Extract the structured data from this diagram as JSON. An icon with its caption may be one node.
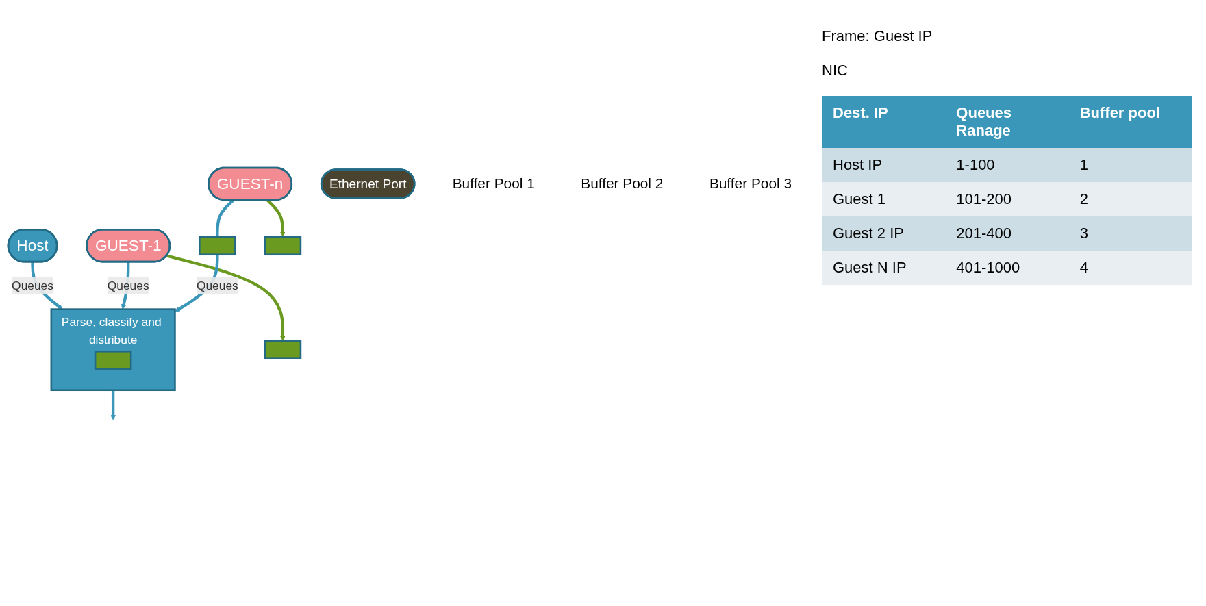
{
  "diagram": {
    "nodes": [
      {
        "text": [
          "Host"
        ]
      },
      {
        "text": [
          "GUEST-1"
        ]
      },
      {
        "text": [
          "GUEST-n"
        ]
      },
      {
        "text": [
          "Parse, classify and distribute"
        ]
      },
      {
        "text": [
          "Ethernet Port"
        ]
      },
      {
        "text": [
          "Buffer Pool 1"
        ]
      },
      {
        "text": [],
        "shape": "box"
      },
      {
        "text": [
          "Buffer Pool 2"
        ]
      },
      {
        "text": [],
        "shape": "box"
      },
      {
        "text": [],
        "shape": "box"
      },
      {
        "text": [
          "Buffer Pool 3"
        ]
      },
      {
        "text": [],
        "shape": "box",
        "in": 3
      }
    ],
    "edges": [
      {
        "from": 0,
        "to": 3,
        "arrow": "to",
        "label": "Queues"
      },
      {
        "from": 1,
        "to": 3,
        "arrow": "to",
        "label": "Queues"
      },
      {
        "from": 1,
        "to": 6,
        "arrow": "to",
        "color": "#6a9a1f"
      },
      {
        "from": 2,
        "to": 8,
        "arrow": "none"
      },
      {
        "from": 8,
        "to": 3,
        "arrow": "to",
        "label": "Queues"
      },
      {
        "from": 2,
        "to": 9,
        "arrow": "to",
        "color": "#6a9a1f"
      },
      {
        "from": 3,
        "to": null,
        "arrow": "to"
      }
    ],
    "labels": [
      "Frame: Guest IP",
      "NIC",
      "Dest. IP",
      "Queues Ranage",
      "Buffer pool",
      "Host IP",
      "1-100",
      "1",
      "Guest 1",
      "101-200",
      "2",
      "Guest 2 IP",
      "201-400",
      "3",
      "Guest N IP",
      "401-1000",
      "4"
    ]
  }
}
